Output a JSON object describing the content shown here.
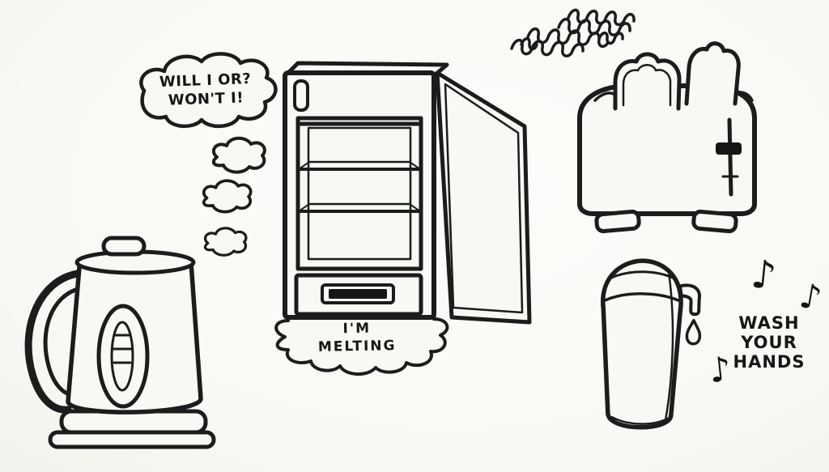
{
  "canvas": {
    "background_color": "#faf8f4",
    "ink_color": "#1c1c1c"
  },
  "thought_bubble": {
    "line1": "WILL I OR?",
    "line2": "WON'T I!"
  },
  "melting_caption": {
    "line1": "I'M",
    "line2": "MELTING"
  },
  "wash_caption": {
    "line1": "WASH",
    "line2": "YOUR",
    "line3": "HANDS"
  },
  "music_notes": {
    "note1": "♪",
    "note2": "♪",
    "note3": "♪"
  },
  "drawings": {
    "kettle": "electric-kettle",
    "thought_puffs": "thought-bubble-puffs",
    "thought_cloud": "thought-cloud",
    "fridge": "open-empty-refrigerator",
    "puddle": "melting-puddle",
    "toaster": "two-slot-toaster-with-toast",
    "smoke": "burnt-toast-smoke-scribble",
    "dispenser": "automatic-soap-dispenser",
    "drip": "soap-drip"
  }
}
